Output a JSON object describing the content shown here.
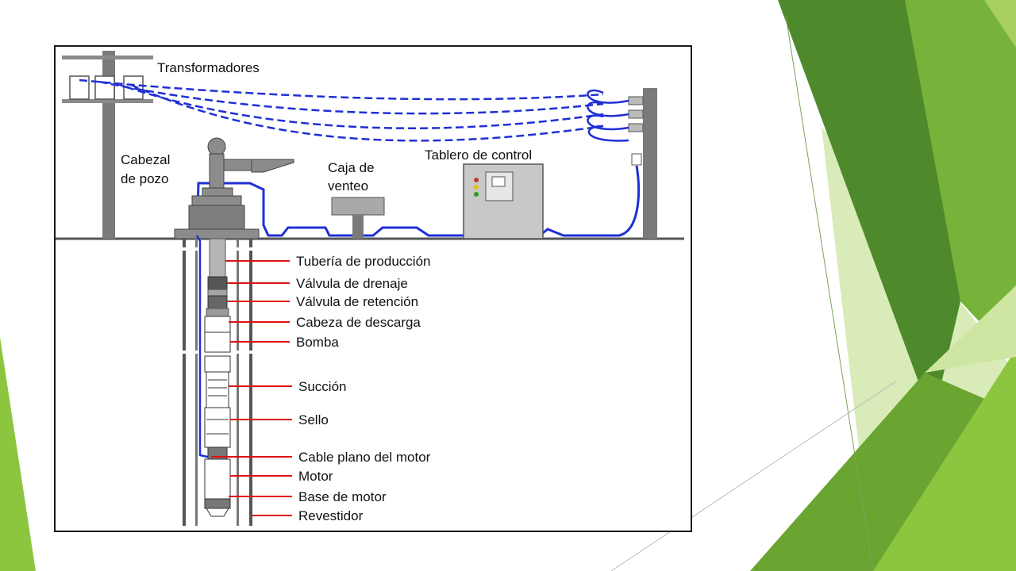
{
  "diagram": {
    "top_labels": {
      "transformers": "Transformadores",
      "wellhead_line1": "Cabezal",
      "wellhead_line2": "de pozo",
      "vent_box_line1": "Caja de",
      "vent_box_line2": "venteo",
      "control_panel": "Tablero de control"
    },
    "components": [
      "Tubería de producción",
      "Válvula de drenaje",
      "Válvula de retención",
      "Cabeza de descarga",
      "Bomba",
      "Succión",
      "Sello",
      "Cable plano del motor",
      "Motor",
      "Base de motor",
      "Revestidor"
    ]
  },
  "colors": {
    "cable": "#1f2fd6",
    "leader": "#e01010",
    "equipment": "#8c8c8c",
    "ground": "#555555",
    "accent_dark": "#4e8a2b",
    "accent_mid": "#77b23a",
    "accent_light": "#bfdc8c",
    "accent_lime": "#8cc63f"
  }
}
